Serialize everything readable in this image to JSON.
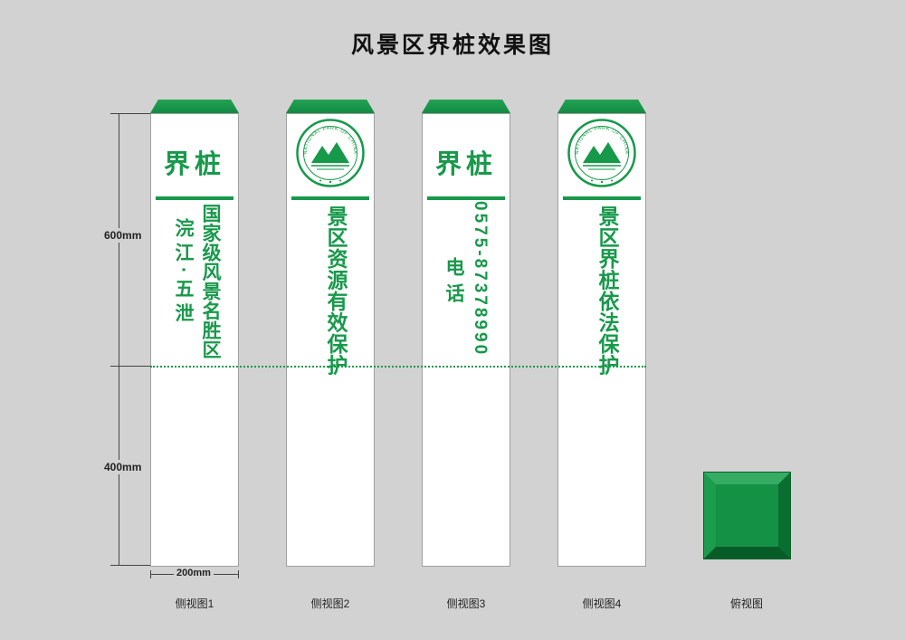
{
  "page": {
    "title": "风景区界桩效果图",
    "colors": {
      "background": "#d2d2d2",
      "green": "#17994a",
      "green_dark": "#0e7c38",
      "green_light": "#36ab64",
      "pillar_white": "#ffffff"
    }
  },
  "dimensions": {
    "upper_height": "600mm",
    "lower_height": "400mm",
    "width": "200mm"
  },
  "emblem": {
    "ring_text": "NATIONAL PARK OF CHINA"
  },
  "pillars": [
    {
      "header": "界桩",
      "col_main": "国家级风景名胜区",
      "col_side": "浣江·五泄",
      "caption": "侧视图1"
    },
    {
      "col_main": "景区资源有效保护",
      "caption": "侧视图2"
    },
    {
      "header": "界桩",
      "col_main": "0575-87378990",
      "col_side": "电话",
      "caption": "侧视图3"
    },
    {
      "col_main": "景区界桩依法保护",
      "caption": "侧视图4"
    }
  ],
  "top_view": {
    "caption": "俯视图"
  }
}
